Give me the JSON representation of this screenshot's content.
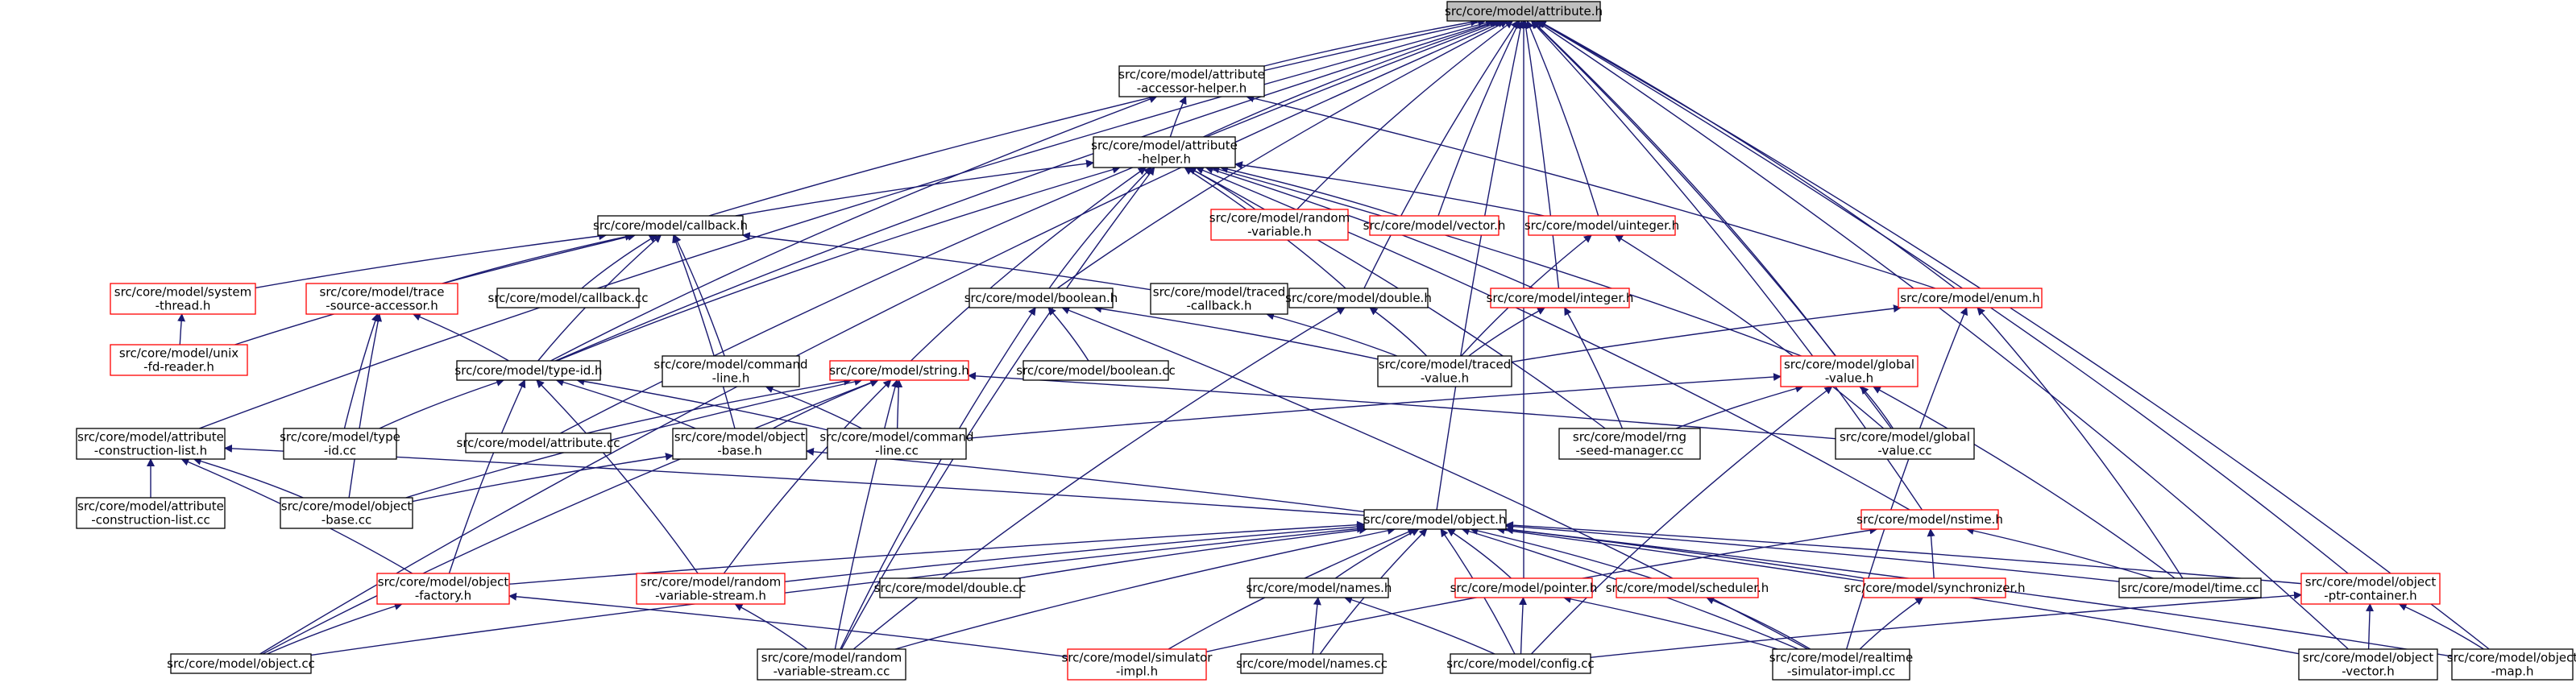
{
  "colors": {
    "edge": "#191970",
    "border_normal": "#000000",
    "border_red": "#ff0000",
    "root_fill": "#bfbfbf",
    "node_fill": "#ffffff",
    "text": "#000000"
  },
  "nodes": {
    "attribute_h": {
      "lines": [
        "src/core/model/attribute.h"
      ],
      "style": "root"
    },
    "accessor_helper_h": {
      "lines": [
        "src/core/model/attribute",
        "-accessor-helper.h"
      ],
      "style": "normal"
    },
    "attribute_helper_h": {
      "lines": [
        "src/core/model/attribute",
        "-helper.h"
      ],
      "style": "normal"
    },
    "callback_h": {
      "lines": [
        "src/core/model/callback.h"
      ],
      "style": "normal"
    },
    "random_variable_h": {
      "lines": [
        "src/core/model/random",
        "-variable.h"
      ],
      "style": "red"
    },
    "vector_h": {
      "lines": [
        "src/core/model/vector.h"
      ],
      "style": "red"
    },
    "uinteger_h": {
      "lines": [
        "src/core/model/uinteger.h"
      ],
      "style": "red"
    },
    "system_thread_h": {
      "lines": [
        "src/core/model/system",
        "-thread.h"
      ],
      "style": "red"
    },
    "trace_source_accessor_h": {
      "lines": [
        "src/core/model/trace",
        "-source-accessor.h"
      ],
      "style": "red"
    },
    "callback_cc": {
      "lines": [
        "src/core/model/callback.cc"
      ],
      "style": "normal"
    },
    "boolean_h": {
      "lines": [
        "src/core/model/boolean.h"
      ],
      "style": "normal"
    },
    "traced_callback_h": {
      "lines": [
        "src/core/model/traced",
        "-callback.h"
      ],
      "style": "normal"
    },
    "double_h": {
      "lines": [
        "src/core/model/double.h"
      ],
      "style": "normal"
    },
    "integer_h": {
      "lines": [
        "src/core/model/integer.h"
      ],
      "style": "red"
    },
    "enum_h": {
      "lines": [
        "src/core/model/enum.h"
      ],
      "style": "red"
    },
    "unix_fd_reader_h": {
      "lines": [
        "src/core/model/unix",
        "-fd-reader.h"
      ],
      "style": "red"
    },
    "type_id_h": {
      "lines": [
        "src/core/model/type-id.h"
      ],
      "style": "normal"
    },
    "command_line_h": {
      "lines": [
        "src/core/model/command",
        "-line.h"
      ],
      "style": "normal"
    },
    "string_h": {
      "lines": [
        "src/core/model/string.h"
      ],
      "style": "red"
    },
    "boolean_cc": {
      "lines": [
        "src/core/model/boolean.cc"
      ],
      "style": "normal"
    },
    "traced_value_h": {
      "lines": [
        "src/core/model/traced",
        "-value.h"
      ],
      "style": "normal"
    },
    "global_value_h": {
      "lines": [
        "src/core/model/global",
        "-value.h"
      ],
      "style": "red"
    },
    "attribute_construction_list_h": {
      "lines": [
        "src/core/model/attribute",
        "-construction-list.h"
      ],
      "style": "normal"
    },
    "type_id_cc": {
      "lines": [
        "src/core/model/type",
        "-id.cc"
      ],
      "style": "normal"
    },
    "attribute_cc": {
      "lines": [
        "src/core/model/attribute.cc"
      ],
      "style": "normal"
    },
    "object_base_h": {
      "lines": [
        "src/core/model/object",
        "-base.h"
      ],
      "style": "normal"
    },
    "command_line_cc": {
      "lines": [
        "src/core/model/command",
        "-line.cc"
      ],
      "style": "normal"
    },
    "rng_seed_manager_cc": {
      "lines": [
        "src/core/model/rng",
        "-seed-manager.cc"
      ],
      "style": "normal"
    },
    "global_value_cc": {
      "lines": [
        "src/core/model/global",
        "-value.cc"
      ],
      "style": "normal"
    },
    "attribute_construction_list_cc": {
      "lines": [
        "src/core/model/attribute",
        "-construction-list.cc"
      ],
      "style": "normal"
    },
    "object_base_cc": {
      "lines": [
        "src/core/model/object",
        "-base.cc"
      ],
      "style": "normal"
    },
    "object_h": {
      "lines": [
        "src/core/model/object.h"
      ],
      "style": "normal"
    },
    "nstime_h": {
      "lines": [
        "src/core/model/nstime.h"
      ],
      "style": "red"
    },
    "object_factory_h": {
      "lines": [
        "src/core/model/object",
        "-factory.h"
      ],
      "style": "red"
    },
    "random_variable_stream_h": {
      "lines": [
        "src/core/model/random",
        "-variable-stream.h"
      ],
      "style": "red"
    },
    "double_cc": {
      "lines": [
        "src/core/model/double.cc"
      ],
      "style": "normal"
    },
    "names_h": {
      "lines": [
        "src/core/model/names.h"
      ],
      "style": "normal"
    },
    "pointer_h": {
      "lines": [
        "src/core/model/pointer.h"
      ],
      "style": "red"
    },
    "scheduler_h": {
      "lines": [
        "src/core/model/scheduler.h"
      ],
      "style": "red"
    },
    "synchronizer_h": {
      "lines": [
        "src/core/model/synchronizer.h"
      ],
      "style": "red"
    },
    "time_cc": {
      "lines": [
        "src/core/model/time.cc"
      ],
      "style": "normal"
    },
    "object_ptr_container_h": {
      "lines": [
        "src/core/model/object",
        "-ptr-container.h"
      ],
      "style": "red"
    },
    "object_cc": {
      "lines": [
        "src/core/model/object.cc"
      ],
      "style": "normal"
    },
    "random_variable_stream_cc": {
      "lines": [
        "src/core/model/random",
        "-variable-stream.cc"
      ],
      "style": "normal"
    },
    "simulator_impl_h": {
      "lines": [
        "src/core/model/simulator",
        "-impl.h"
      ],
      "style": "red"
    },
    "names_cc": {
      "lines": [
        "src/core/model/names.cc"
      ],
      "style": "normal"
    },
    "config_cc": {
      "lines": [
        "src/core/model/config.cc"
      ],
      "style": "normal"
    },
    "realtime_simulator_impl_cc": {
      "lines": [
        "src/core/model/realtime",
        "-simulator-impl.cc"
      ],
      "style": "normal"
    },
    "object_vector_h": {
      "lines": [
        "src/core/model/object",
        "-vector.h"
      ],
      "style": "normal"
    },
    "object_map_h": {
      "lines": [
        "src/core/model/object",
        "-map.h"
      ],
      "style": "normal"
    }
  },
  "edges": [
    [
      "accessor_helper_h",
      "attribute_h"
    ],
    [
      "attribute_helper_h",
      "attribute_h"
    ],
    [
      "attribute_helper_h",
      "accessor_helper_h"
    ],
    [
      "callback_h",
      "attribute_h"
    ],
    [
      "callback_h",
      "attribute_helper_h"
    ],
    [
      "random_variable_h",
      "attribute_h"
    ],
    [
      "random_variable_h",
      "attribute_helper_h"
    ],
    [
      "vector_h",
      "attribute_h"
    ],
    [
      "vector_h",
      "attribute_helper_h"
    ],
    [
      "uinteger_h",
      "attribute_h"
    ],
    [
      "uinteger_h",
      "attribute_helper_h"
    ],
    [
      "boolean_h",
      "attribute_h"
    ],
    [
      "boolean_h",
      "attribute_helper_h"
    ],
    [
      "double_h",
      "attribute_h"
    ],
    [
      "double_h",
      "attribute_helper_h"
    ],
    [
      "integer_h",
      "attribute_h"
    ],
    [
      "integer_h",
      "attribute_helper_h"
    ],
    [
      "enum_h",
      "attribute_h"
    ],
    [
      "enum_h",
      "accessor_helper_h"
    ],
    [
      "string_h",
      "attribute_helper_h"
    ],
    [
      "type_id_h",
      "attribute_h"
    ],
    [
      "type_id_h",
      "accessor_helper_h"
    ],
    [
      "type_id_h",
      "attribute_helper_h"
    ],
    [
      "type_id_h",
      "callback_h"
    ],
    [
      "type_id_h",
      "trace_source_accessor_h"
    ],
    [
      "system_thread_h",
      "callback_h"
    ],
    [
      "trace_source_accessor_h",
      "callback_h"
    ],
    [
      "callback_cc",
      "callback_h"
    ],
    [
      "traced_callback_h",
      "callback_h"
    ],
    [
      "command_line_h",
      "callback_h"
    ],
    [
      "unix_fd_reader_h",
      "callback_h"
    ],
    [
      "unix_fd_reader_h",
      "system_thread_h"
    ],
    [
      "object_base_h",
      "callback_h"
    ],
    [
      "object_base_h",
      "type_id_h"
    ],
    [
      "object_base_h",
      "string_h"
    ],
    [
      "traced_value_h",
      "boolean_h"
    ],
    [
      "traced_value_h",
      "double_h"
    ],
    [
      "traced_value_h",
      "uinteger_h"
    ],
    [
      "traced_value_h",
      "integer_h"
    ],
    [
      "traced_value_h",
      "enum_h"
    ],
    [
      "traced_value_h",
      "traced_callback_h"
    ],
    [
      "boolean_cc",
      "boolean_h"
    ],
    [
      "global_value_h",
      "attribute_h"
    ],
    [
      "global_value_h",
      "attribute_helper_h"
    ],
    [
      "global_value_cc",
      "attribute_h"
    ],
    [
      "global_value_cc",
      "global_value_h"
    ],
    [
      "global_value_cc",
      "string_h"
    ],
    [
      "global_value_cc",
      "uinteger_h"
    ],
    [
      "rng_seed_manager_cc",
      "attribute_helper_h"
    ],
    [
      "rng_seed_manager_cc",
      "global_value_h"
    ],
    [
      "rng_seed_manager_cc",
      "integer_h"
    ],
    [
      "command_line_cc",
      "command_line_h"
    ],
    [
      "command_line_cc",
      "string_h"
    ],
    [
      "command_line_cc",
      "type_id_h"
    ],
    [
      "command_line_cc",
      "global_value_h"
    ],
    [
      "attribute_cc",
      "attribute_h"
    ],
    [
      "attribute_cc",
      "string_h"
    ],
    [
      "type_id_cc",
      "type_id_h"
    ],
    [
      "type_id_cc",
      "trace_source_accessor_h"
    ],
    [
      "attribute_construction_list_h",
      "attribute_h"
    ],
    [
      "attribute_construction_list_cc",
      "attribute_construction_list_h"
    ],
    [
      "object_base_cc",
      "object_base_h"
    ],
    [
      "object_base_cc",
      "attribute_construction_list_h"
    ],
    [
      "object_base_cc",
      "trace_source_accessor_h"
    ],
    [
      "object_base_cc",
      "string_h"
    ],
    [
      "object_h",
      "attribute_h"
    ],
    [
      "object_h",
      "object_base_h"
    ],
    [
      "object_h",
      "attribute_construction_list_h"
    ],
    [
      "nstime_h",
      "attribute_h"
    ],
    [
      "nstime_h",
      "attribute_helper_h"
    ],
    [
      "object_factory_h",
      "object_h"
    ],
    [
      "object_factory_h",
      "type_id_h"
    ],
    [
      "object_factory_h",
      "attribute_construction_list_h"
    ],
    [
      "random_variable_stream_h",
      "object_h"
    ],
    [
      "random_variable_stream_h",
      "type_id_h"
    ],
    [
      "random_variable_stream_h",
      "string_h"
    ],
    [
      "double_cc",
      "object_h"
    ],
    [
      "names_h",
      "object_h"
    ],
    [
      "pointer_h",
      "object_h"
    ],
    [
      "pointer_h",
      "attribute_h"
    ],
    [
      "scheduler_h",
      "object_h"
    ],
    [
      "synchronizer_h",
      "object_h"
    ],
    [
      "synchronizer_h",
      "nstime_h"
    ],
    [
      "time_cc",
      "object_h"
    ],
    [
      "time_cc",
      "nstime_h"
    ],
    [
      "time_cc",
      "enum_h"
    ],
    [
      "time_cc",
      "global_value_h"
    ],
    [
      "object_ptr_container_h",
      "object_h"
    ],
    [
      "object_ptr_container_h",
      "attribute_h"
    ],
    [
      "object_cc",
      "object_h"
    ],
    [
      "object_cc",
      "object_factory_h"
    ],
    [
      "object_cc",
      "attribute_h"
    ],
    [
      "object_cc",
      "string_h"
    ],
    [
      "random_variable_stream_cc",
      "random_variable_stream_h"
    ],
    [
      "random_variable_stream_cc",
      "object_h"
    ],
    [
      "random_variable_stream_cc",
      "double_h"
    ],
    [
      "random_variable_stream_cc",
      "boolean_h"
    ],
    [
      "random_variable_stream_cc",
      "string_h"
    ],
    [
      "random_variable_stream_cc",
      "attribute_helper_h"
    ],
    [
      "simulator_impl_h",
      "object_h"
    ],
    [
      "simulator_impl_h",
      "object_factory_h"
    ],
    [
      "simulator_impl_h",
      "nstime_h"
    ],
    [
      "names_cc",
      "names_h"
    ],
    [
      "names_cc",
      "object_h"
    ],
    [
      "config_cc",
      "names_h"
    ],
    [
      "config_cc",
      "pointer_h"
    ],
    [
      "config_cc",
      "object_h"
    ],
    [
      "config_cc",
      "object_ptr_container_h"
    ],
    [
      "config_cc",
      "global_value_h"
    ],
    [
      "realtime_simulator_impl_cc",
      "pointer_h"
    ],
    [
      "realtime_simulator_impl_cc",
      "scheduler_h"
    ],
    [
      "realtime_simulator_impl_cc",
      "synchronizer_h"
    ],
    [
      "realtime_simulator_impl_cc",
      "boolean_h"
    ],
    [
      "realtime_simulator_impl_cc",
      "enum_h"
    ],
    [
      "realtime_simulator_impl_cc",
      "object_h"
    ],
    [
      "object_vector_h",
      "object_ptr_container_h"
    ],
    [
      "object_vector_h",
      "attribute_h"
    ],
    [
      "object_vector_h",
      "object_h"
    ],
    [
      "object_map_h",
      "object_ptr_container_h"
    ],
    [
      "object_map_h",
      "attribute_h"
    ],
    [
      "object_map_h",
      "object_h"
    ]
  ]
}
